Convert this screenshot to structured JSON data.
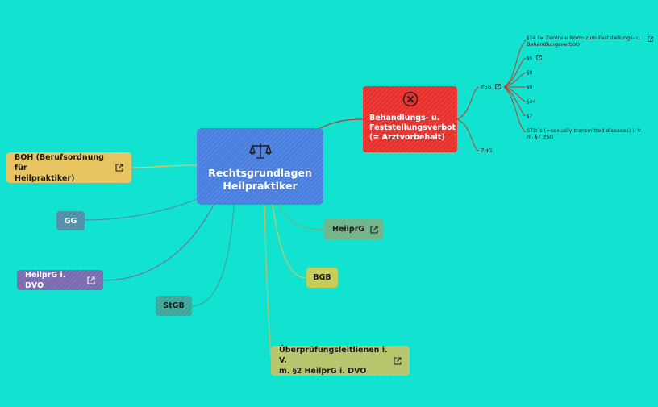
{
  "root": {
    "label_line1": "Rechtsgrundlagen",
    "label_line2": "Heilpraktiker",
    "icon": "scale-icon"
  },
  "branches": {
    "boh": {
      "line1": "BOH (Berufsordnung für",
      "line2": "Heilpraktiker)",
      "color": "#e6c35c"
    },
    "gg": {
      "label": "GG",
      "color": "#4f8fa8"
    },
    "heilprg_dvo": {
      "label": "HeilprG i. DVO",
      "color": "#7a6bb0"
    },
    "stgb": {
      "label": "StGB",
      "color": "#3fa59b"
    },
    "heilprg": {
      "label": "HeilprG",
      "color": "#6fb389"
    },
    "bgb": {
      "label": "BGB",
      "color": "#c4cc56"
    },
    "ueberpruefung": {
      "line1": "Überprüfungsleitlienen i. V.",
      "line2": "m. §2 HeilprG i. DVO",
      "color": "#b7c46a"
    },
    "verbot": {
      "line1": "Behandlungs- u.",
      "line2": "Feststellungsverbot",
      "line3": "(= Arztvorbehalt)",
      "color": "#e8312d",
      "icon": "close-circle-icon"
    }
  },
  "subbranches": {
    "ifsg": "IfSG",
    "zhg": "ZHG",
    "ifsg_items": {
      "p24_line1": "§24 (= Zentrale Norm zum Feststellungs- u.",
      "p24_line2": "Behandlungsverbot)",
      "p6": "§6",
      "p8": "§8",
      "p9": "§9",
      "p34": "§34",
      "p7": "§7",
      "std_line1": "STD´s (=sexually transmitted diseases) i. V.",
      "std_line2": "m. §7 IfSG"
    }
  }
}
